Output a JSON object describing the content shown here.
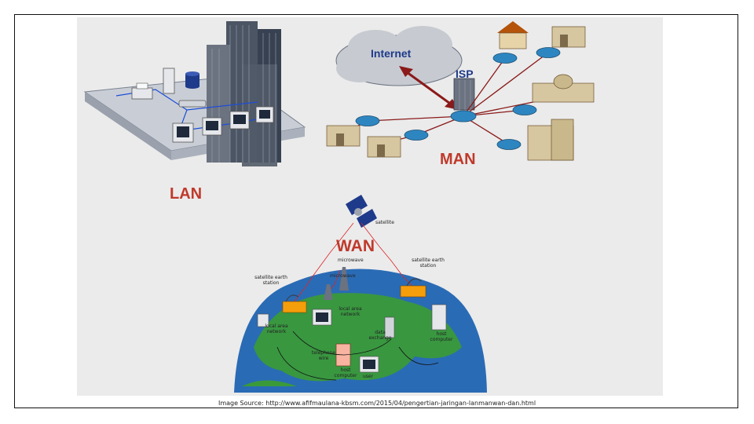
{
  "labels": {
    "lan": "LAN",
    "man": "MAN",
    "wan": "WAN",
    "internet": "Internet",
    "isp": "ISP"
  },
  "wan_labels": {
    "satellite": "satellite",
    "microwave_top": "microwave",
    "microwave_mid": "microwave",
    "sat_station_left": "satellite earth station",
    "sat_station_right": "satellite earth station",
    "local_area_network": "local area network",
    "local_area_network2": "local area network",
    "host_computer": "host computer",
    "telephone_wire": "telephone wire",
    "user": "user",
    "host_computer2": "host computer",
    "data_exchange": "data exchange"
  },
  "caption": "Image Source: http://www.afifmaulana-kbsm.com/2015/04/pengertian-jaringan-lanmanwan-dan.html",
  "colors": {
    "accent_red": "#c0392b",
    "internet_blue": "#1e3a8a",
    "router_blue": "#2e86c1",
    "ocean": "#2a6bb5",
    "land": "#3a9a3a"
  }
}
